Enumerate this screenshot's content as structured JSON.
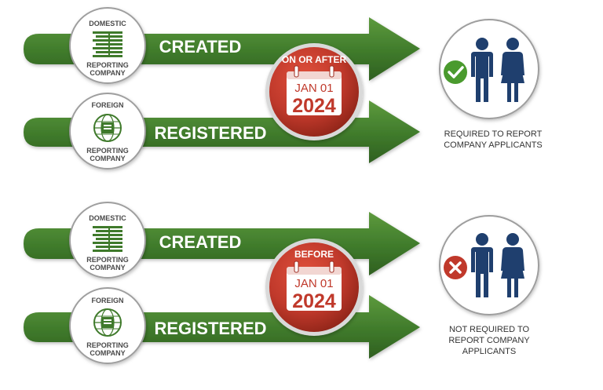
{
  "panels": [
    {
      "domestic_badge": {
        "top": "DOMESTIC",
        "line1": "REPORTING",
        "line2": "COMPANY",
        "icon": "building-icon"
      },
      "foreign_badge": {
        "top": "FOREIGN",
        "line1": "REPORTING",
        "line2": "COMPANY",
        "icon": "globe-building-icon"
      },
      "arrow_top_label": "CREATED",
      "arrow_bottom_label": "REGISTERED",
      "date_seal": {
        "heading": "ON OR AFTER",
        "month_day": "JAN 01",
        "year": "2024",
        "icon": "calendar-icon"
      },
      "result": {
        "status": "required",
        "status_icon": "checkmark-icon",
        "people_icon": "people-icon",
        "line1": "REQUIRED TO REPORT",
        "line2": "COMPANY APPLICANTS",
        "line3": ""
      }
    },
    {
      "domestic_badge": {
        "top": "DOMESTIC",
        "line1": "REPORTING",
        "line2": "COMPANY",
        "icon": "building-icon"
      },
      "foreign_badge": {
        "top": "FOREIGN",
        "line1": "REPORTING",
        "line2": "COMPANY",
        "icon": "globe-building-icon"
      },
      "arrow_top_label": "CREATED",
      "arrow_bottom_label": "REGISTERED",
      "date_seal": {
        "heading": "BEFORE",
        "month_day": "JAN 01",
        "year": "2024",
        "icon": "calendar-icon"
      },
      "result": {
        "status": "not-required",
        "status_icon": "x-icon",
        "people_icon": "people-icon",
        "line1": "NOT REQUIRED TO",
        "line2": "REPORT COMPANY",
        "line3": "APPLICANTS"
      }
    }
  ],
  "colors": {
    "arrow_green": "#3f7a2b",
    "arrow_green_light": "#5d9a3d",
    "seal_red": "#c0392b",
    "seal_red_dark": "#9e2a1e",
    "people_navy": "#1f3f6e",
    "check_green": "#4a9a2e",
    "x_red": "#c0392b",
    "badge_gray_text": "#4a4a4a",
    "badge_border": "#9e9e9e"
  }
}
